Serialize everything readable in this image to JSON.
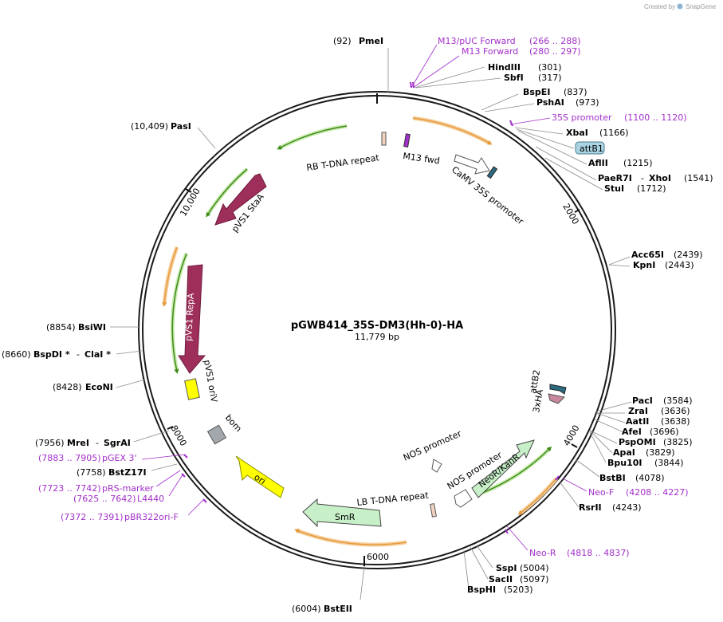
{
  "credit": {
    "prefix": "Created by",
    "brand": "SnapGene"
  },
  "plasmid": {
    "name": "pGWB414_35S-DM3(Hh-0)-HA",
    "length": "11,779 bp"
  },
  "ticks": {
    "t2000": "2000",
    "t4000": "4000",
    "t6000": "6000",
    "t8000": "8000",
    "t10000": "10,000"
  },
  "sites": {
    "pmei": {
      "pos": "(92)",
      "name": "PmeI"
    },
    "m13puc": {
      "name": "M13/pUC Forward",
      "range": "(266 .. 288)"
    },
    "m13fwd_primer": {
      "name": "M13 Forward",
      "range": "(280 .. 297)"
    },
    "hindiii": {
      "name": "HindIII",
      "pos": "(301)"
    },
    "sbfi": {
      "name": "SbfI",
      "pos": "(317)"
    },
    "bspei": {
      "name": "BspEI",
      "pos": "(837)"
    },
    "pshai": {
      "name": "PshAI",
      "pos": "(973)"
    },
    "s35": {
      "name": "35S promoter",
      "range": "(1100 .. 1120)"
    },
    "xbai": {
      "name": "XbaI",
      "pos": "(1166)"
    },
    "attb1": {
      "name": "attB1"
    },
    "aflii": {
      "name": "AflII",
      "pos": "(1215)"
    },
    "paer7i": {
      "name": "PaeR7I",
      "sep": "-",
      "name2": "XhoI",
      "pos": "(1541)"
    },
    "stui": {
      "name": "StuI",
      "pos": "(1712)"
    },
    "acc65i": {
      "name": "Acc65I",
      "pos": "(2439)"
    },
    "kpni": {
      "name": "KpnI",
      "pos": "(2443)"
    },
    "paci": {
      "name": "PacI",
      "pos": "(3584)"
    },
    "zrai": {
      "name": "ZraI",
      "pos": "(3636)"
    },
    "aatii": {
      "name": "AatII",
      "pos": "(3638)"
    },
    "afei": {
      "name": "AfeI",
      "pos": "(3696)"
    },
    "pspomi": {
      "name": "PspOMI",
      "pos": "(3825)"
    },
    "apai": {
      "name": "ApaI",
      "pos": "(3829)"
    },
    "bpu10i": {
      "name": "Bpu10I",
      "pos": "(3844)"
    },
    "bstbi": {
      "name": "BstBI",
      "pos": "(4078)"
    },
    "neof": {
      "name": "Neo-F",
      "range": "(4208 .. 4227)"
    },
    "rsrii": {
      "name": "RsrII",
      "pos": "(4243)"
    },
    "neor": {
      "name": "Neo-R",
      "range": "(4818 .. 4837)"
    },
    "sspi": {
      "name": "SspI",
      "pos": "(5004)"
    },
    "sacii": {
      "name": "SacII",
      "pos": "(5097)"
    },
    "bsphi": {
      "name": "BspHI",
      "pos": "(5203)"
    },
    "bsteii": {
      "pos": "(6004)",
      "name": "BstEII"
    },
    "pbr322": {
      "range": "(7372 .. 7391)",
      "name": "pBR322ori-F"
    },
    "l4440": {
      "range": "(7625 .. 7642)",
      "name": "L4440"
    },
    "prsmarker": {
      "range": "(7723 .. 7742)",
      "name": "pRS-marker"
    },
    "bstz17i": {
      "pos": "(7758)",
      "name": "BstZ17I"
    },
    "pgex3": {
      "range": "(7883 .. 7905)",
      "name": "pGEX 3'"
    },
    "mrei": {
      "pos": "(7956)",
      "name": "MreI",
      "sep": "-",
      "name2": "SgrAI"
    },
    "econi": {
      "pos": "(8428)",
      "name": "EcoNI"
    },
    "bspdi": {
      "pos": "(8660)",
      "name": "BspDI *",
      "sep": "-",
      "name2": "ClaI *"
    },
    "bsiwi": {
      "pos": "(8854)",
      "name": "BsiWI"
    },
    "pasi": {
      "pos": "(10,409)",
      "name": "PasI"
    }
  },
  "features": {
    "rb": "RB T-DNA repeat",
    "m13fwd": "M13 fwd",
    "camv": "CaMV 35S promoter",
    "stab": "pVS1 StaA",
    "repa": "pVS1 RepA",
    "oriv": "pVS1 oriV",
    "bom": "bom",
    "ori": "ori",
    "smr": "SmR",
    "lb": "LB T-DNA repeat",
    "nos1": "NOS promoter",
    "nos2": "NOS promoter",
    "neokan": "NeoR/KanR",
    "attb2": "attB2",
    "ha": "3xHA"
  },
  "colors": {
    "backbone": "#1a1a1a",
    "primer": "#a22fc9",
    "orange_orf": "#f1b06b",
    "green_orf": "#8fd05a",
    "maroon_gene": "#9e2e5a",
    "ori_yellow": "#ffff00",
    "marker_green": "#c8f0c8",
    "attb_blue": "#aad4e4"
  }
}
